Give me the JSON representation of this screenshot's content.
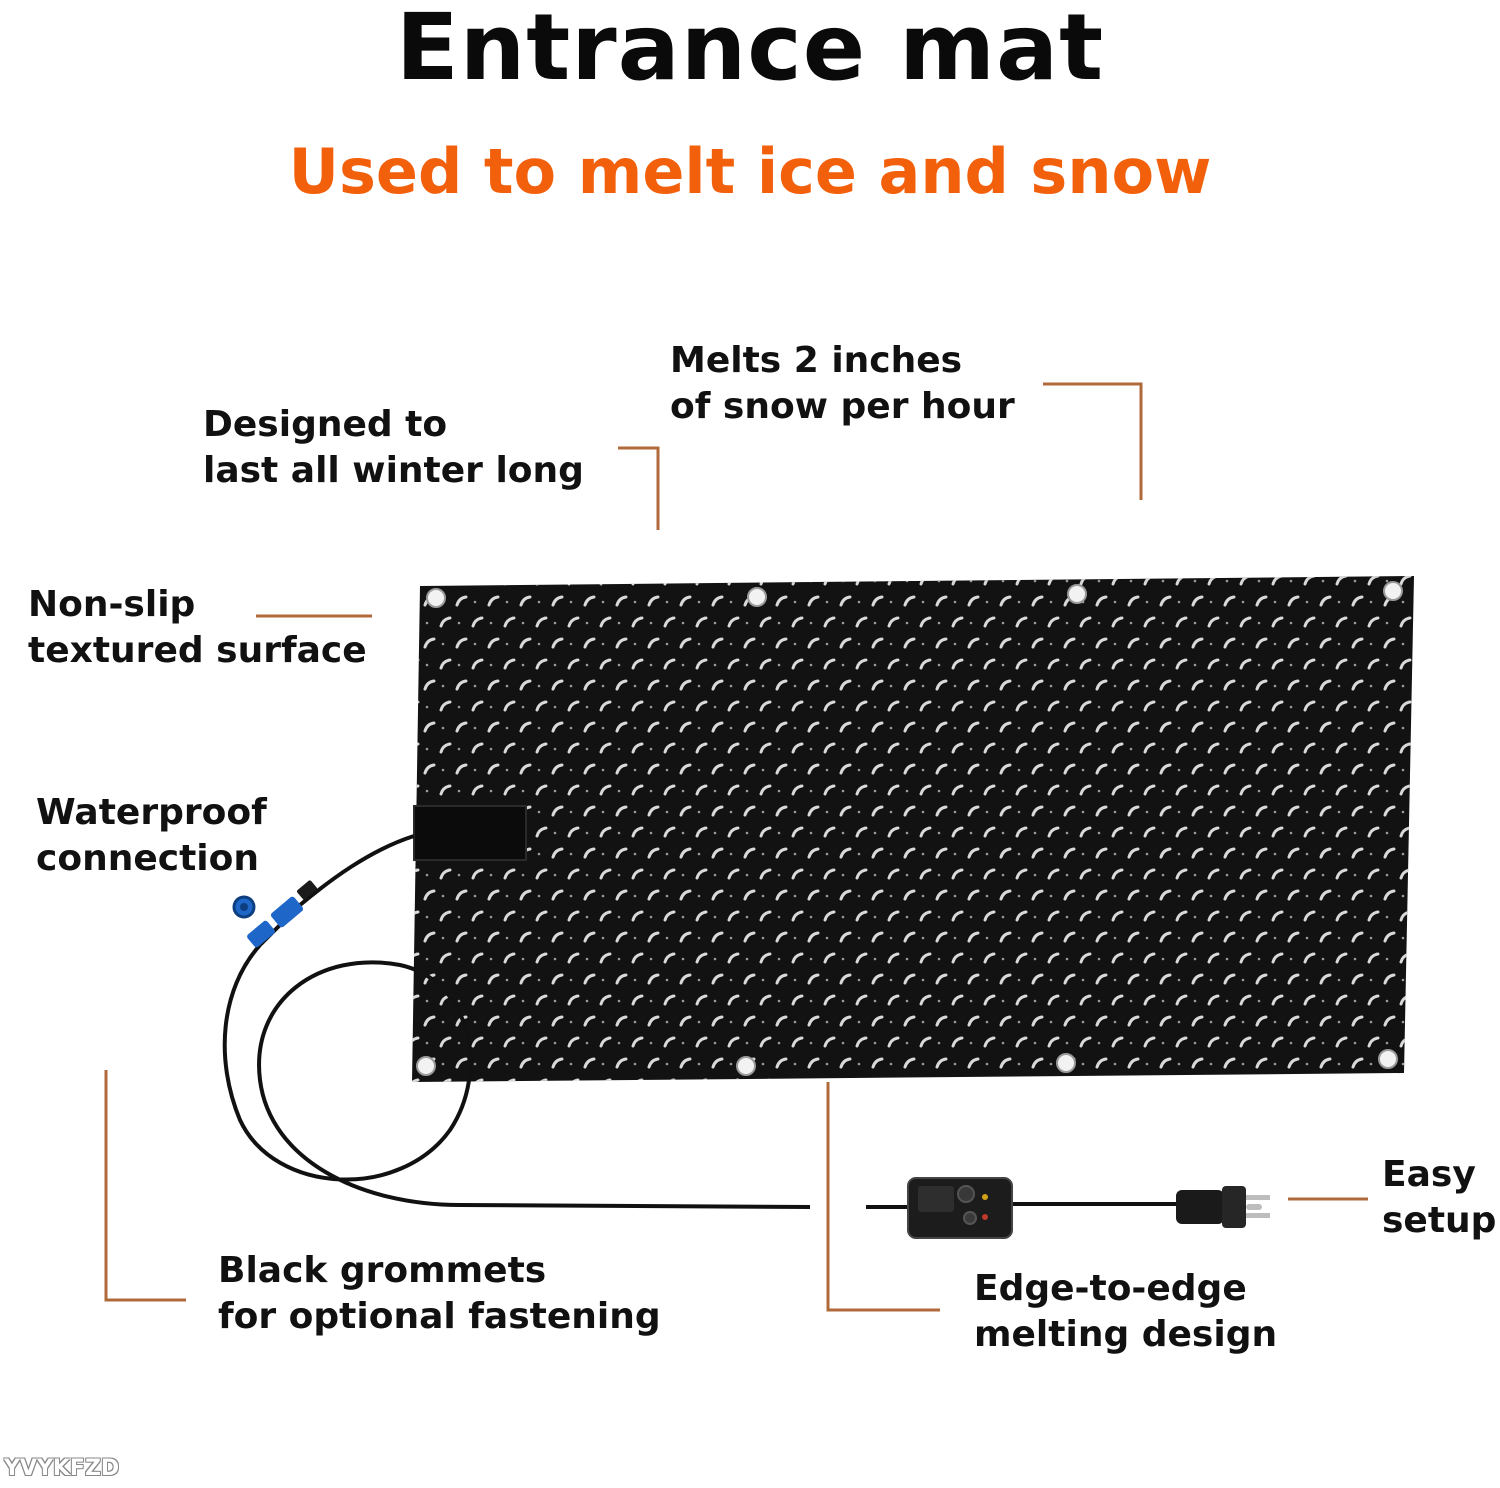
{
  "header": {
    "title": "Entrance mat",
    "subtitle": "Used to melt ice and snow"
  },
  "callouts": {
    "melts": {
      "line1": "Melts 2 inches",
      "line2": "of snow per hour"
    },
    "designed": {
      "line1": "Designed to",
      "line2": "last all winter long"
    },
    "nonslip": {
      "line1": "Non-slip",
      "line2": "textured surface"
    },
    "waterproof": {
      "line1": "Waterproof",
      "line2": "connection"
    },
    "grommets": {
      "line1": "Black grommets",
      "line2": "for optional fastening"
    },
    "edge": {
      "line1": "Edge-to-edge",
      "line2": "melting design"
    },
    "setup": {
      "line1": "Easy",
      "line2": "setup"
    }
  },
  "watermark": "YVYKFZD",
  "colors": {
    "title": "#0a0a0a",
    "subtitle": "#f2600c",
    "leader_lines": "#b0693a",
    "mat": "#121212",
    "mat_texture": "#e8e8e8",
    "connector": "#1e66c8"
  }
}
